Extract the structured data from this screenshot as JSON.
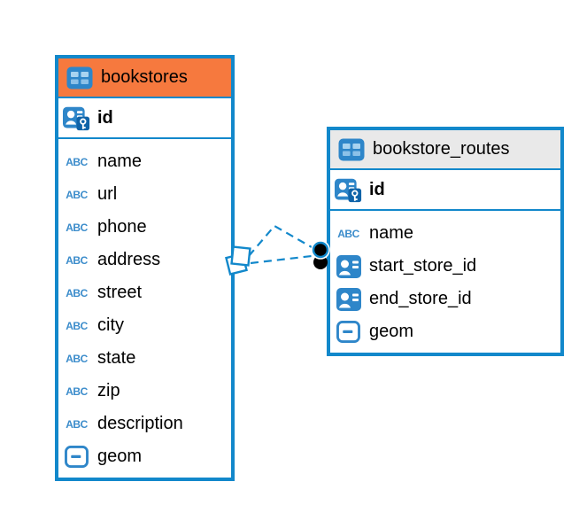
{
  "diagram": {
    "background_color": "#FFFFFF",
    "accent_blue": "#1288CB",
    "icon_blue": "#2E86C9",
    "abc_label": "ABC",
    "tables": [
      {
        "name": "bookstores",
        "header_color": "#F6793E",
        "header_icon": "table-icon",
        "primary_key": {
          "name": "id",
          "icon": "person-key-icon"
        },
        "columns": [
          {
            "name": "name",
            "type_icon": "text-abc-icon"
          },
          {
            "name": "url",
            "type_icon": "text-abc-icon"
          },
          {
            "name": "phone",
            "type_icon": "text-abc-icon"
          },
          {
            "name": "address",
            "type_icon": "text-abc-icon"
          },
          {
            "name": "street",
            "type_icon": "text-abc-icon"
          },
          {
            "name": "city",
            "type_icon": "text-abc-icon"
          },
          {
            "name": "state",
            "type_icon": "text-abc-icon"
          },
          {
            "name": "zip",
            "type_icon": "text-abc-icon"
          },
          {
            "name": "description",
            "type_icon": "text-abc-icon"
          },
          {
            "name": "geom",
            "type_icon": "geometry-icon"
          }
        ]
      },
      {
        "name": "bookstore_routes",
        "header_color": "#E9E9E9",
        "header_icon": "table-icon",
        "primary_key": {
          "name": "id",
          "icon": "person-key-icon"
        },
        "columns": [
          {
            "name": "name",
            "type_icon": "text-abc-icon"
          },
          {
            "name": "start_store_id",
            "type_icon": "person-ref-icon"
          },
          {
            "name": "end_store_id",
            "type_icon": "person-ref-icon"
          },
          {
            "name": "geom",
            "type_icon": "geometry-icon"
          }
        ]
      }
    ],
    "connectors": {
      "count": 2,
      "style": "dashed",
      "line_color": "#1288CB",
      "from_table": "bookstores",
      "to_table": "bookstore_routes",
      "left_endpoint": "diamond-marker",
      "right_endpoint": "filled-circle-marker"
    }
  }
}
